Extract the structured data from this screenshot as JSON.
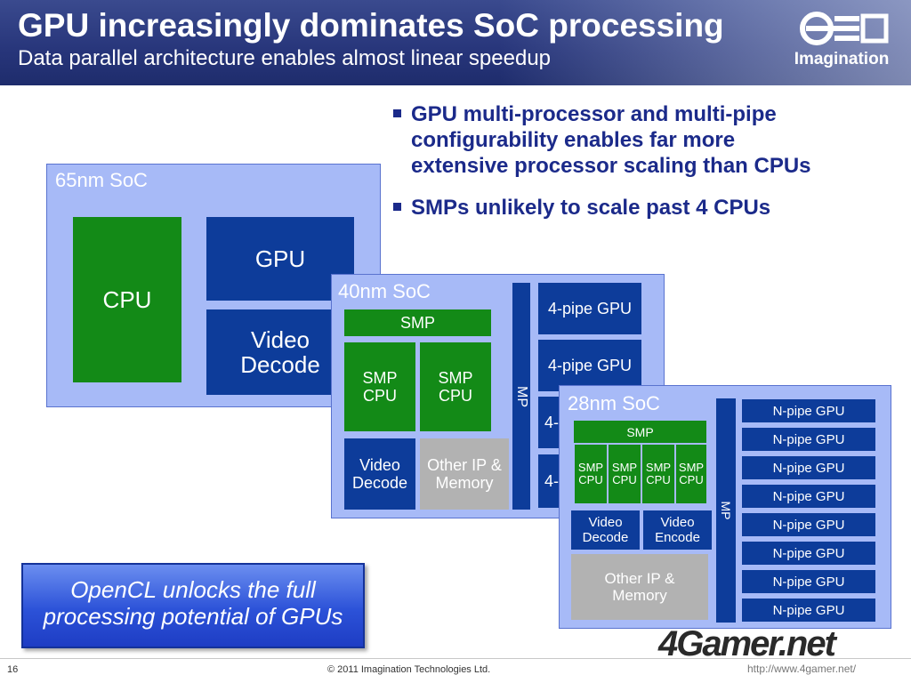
{
  "header": {
    "title": "GPU increasingly dominates SoC processing",
    "subtitle": "Data parallel architecture enables almost linear speedup",
    "logo_text": "Imagination"
  },
  "bullets": [
    [
      "GPU multi-processor and multi-pipe",
      "configurability enables far more",
      "extensive processor scaling than CPUs"
    ],
    [
      "SMPs unlikely to scale past 4 CPUs"
    ]
  ],
  "soc65": {
    "title": "65nm SoC",
    "cpu": "CPU",
    "gpu": "GPU",
    "video_decode": [
      "Video",
      "Decode"
    ]
  },
  "soc40": {
    "title": "40nm SoC",
    "smp": "SMP",
    "smp_cpu": [
      "SMP",
      "CPU"
    ],
    "video_decode": [
      "Video",
      "Decode"
    ],
    "other_ip": [
      "Other IP &",
      "Memory"
    ],
    "mp": "MP",
    "gpus": [
      "4-pipe GPU",
      "4-pipe GPU",
      "4-",
      "4-"
    ]
  },
  "soc28": {
    "title": "28nm SoC",
    "smp": "SMP",
    "smp_cpu": [
      "SMP",
      "CPU"
    ],
    "video_decode": [
      "Video",
      "Decode"
    ],
    "video_encode": [
      "Video",
      "Encode"
    ],
    "other_ip": [
      "Other IP &",
      "Memory"
    ],
    "mp": "MP",
    "gpus": [
      "N-pipe GPU",
      "N-pipe GPU",
      "N-pipe GPU",
      "N-pipe GPU",
      "N-pipe GPU",
      "N-pipe GPU",
      "N-pipe GPU",
      "N-pipe GPU"
    ]
  },
  "opencl": [
    "OpenCL unlocks the full",
    "processing potential of GPUs"
  ],
  "footer": {
    "page": "16",
    "copyright": "© 2011 Imagination Technologies Ltd.",
    "watermark": "4Gamer.net",
    "url": "http://www.4gamer.net/"
  },
  "colors": {
    "header_bg": "#27357a",
    "panel": "#a7baf7",
    "green": "#138a17",
    "navy": "#0d3c9a",
    "grey": "#b2b2b2",
    "bullet_text": "#1b2a8a"
  }
}
